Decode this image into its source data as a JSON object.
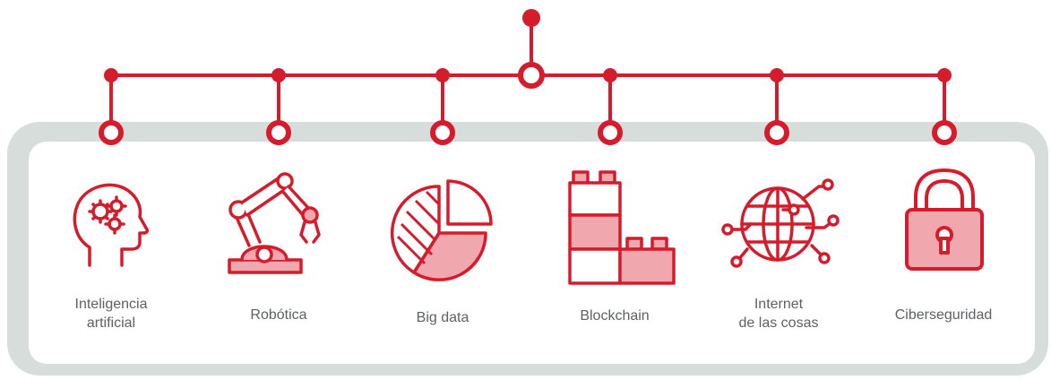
{
  "colors": {
    "accent": "#d51c2c",
    "fill_pink": "#f0a7ae",
    "panel_border": "#d7dddb",
    "label_text": "#5d6166"
  },
  "items": [
    {
      "icon": "brain-gears-icon",
      "label_lines": [
        "Inteligencia",
        "artificial"
      ]
    },
    {
      "icon": "robotic-arm-icon",
      "label_lines": [
        "Robótica"
      ]
    },
    {
      "icon": "pie-chart-icon",
      "label_lines": [
        "Big data"
      ]
    },
    {
      "icon": "blocks-icon",
      "label_lines": [
        "Blockchain"
      ]
    },
    {
      "icon": "globe-network-icon",
      "label_lines": [
        "Internet",
        "de las cosas"
      ]
    },
    {
      "icon": "padlock-icon",
      "label_lines": [
        "Ciberseguridad"
      ]
    }
  ]
}
